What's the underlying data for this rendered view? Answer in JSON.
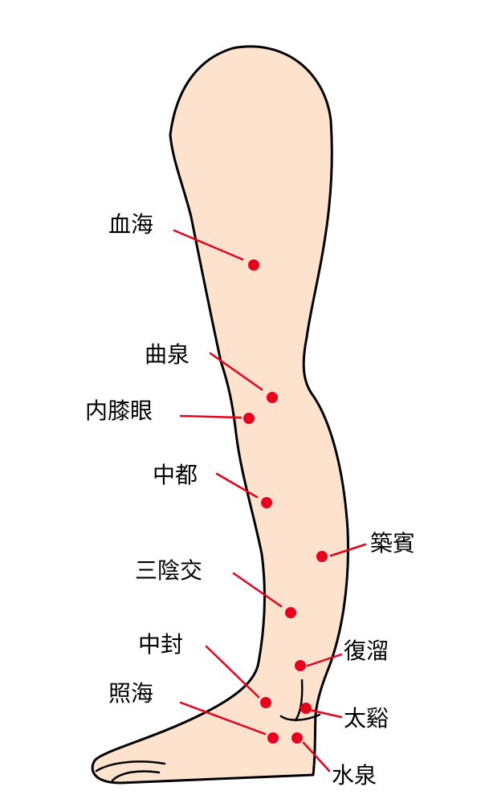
{
  "colors": {
    "skin": "#fde3cd",
    "outline": "#000000",
    "point": "#e8001c",
    "leader": "#e8001c",
    "label_text": "#000000"
  },
  "acupoints": {
    "xuehai": "血海",
    "ququan": "曲泉",
    "neixiyan": "内膝眼",
    "zhongdu": "中都",
    "sanyinjiao": "三陰交",
    "zhongfeng": "中封",
    "zhaohai": "照海",
    "zhubin": "築賓",
    "fuliu": "復溜",
    "taixi": "太谿",
    "shuiquan": "水泉"
  }
}
